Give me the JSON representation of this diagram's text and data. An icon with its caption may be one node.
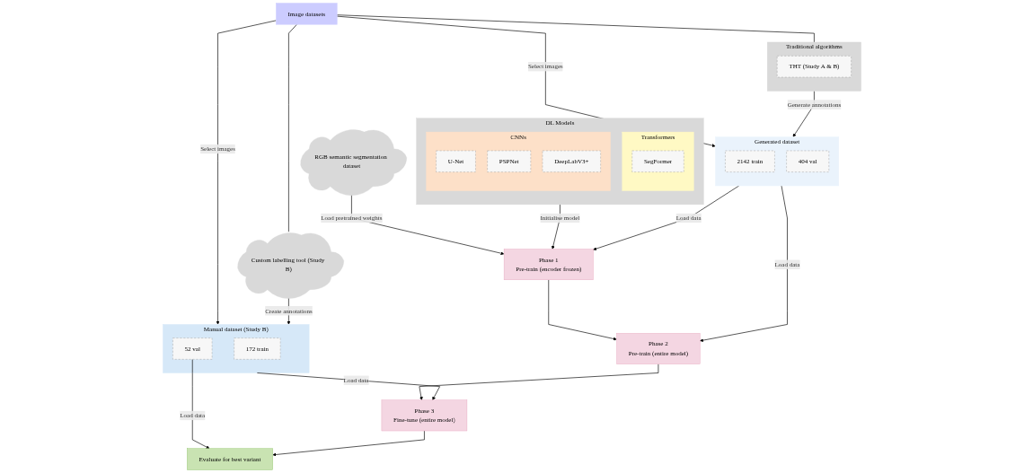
{
  "diagram": {
    "nodes": [
      {
        "text": [
          "DL Models"
        ]
      },
      {
        "text": [
          "Transformers"
        ],
        "in": 0
      },
      {
        "text": [
          "SegFormer"
        ],
        "in": 1
      },
      {
        "text": [
          "CNNs"
        ],
        "in": 0
      },
      {
        "text": [
          "U-Net"
        ],
        "in": 3
      },
      {
        "text": [
          "PSPNet"
        ],
        "in": 3
      },
      {
        "text": [
          "DeepLabV3+"
        ],
        "in": 3
      },
      {
        "text": [
          "Image datasets"
        ]
      },
      {
        "text": [
          "Traditional algorithms"
        ]
      },
      {
        "text": [
          "THT (Study A & B)"
        ],
        "in": 8
      },
      {
        "text": [
          "Custom labelling tool (Study B)"
        ]
      },
      {
        "text": [
          "Generated dataset"
        ]
      },
      {
        "text": [
          "2142 train"
        ],
        "in": 11
      },
      {
        "text": [
          "404 val"
        ],
        "in": 11
      },
      {
        "text": [
          "Manual dataset (Study B)"
        ]
      },
      {
        "text": [
          "172 train"
        ],
        "in": 14
      },
      {
        "text": [
          "52 val"
        ],
        "in": 14
      },
      {
        "text": [
          "RGB semantic segmentation dataset"
        ]
      },
      {
        "text": [
          "Phase 1",
          "Pre-train (encoder frozen)"
        ]
      },
      {
        "text": [
          "Phase 2",
          "Pre-train (entire model)"
        ]
      },
      {
        "text": [
          "Phase 3",
          "Fine-tune (entire model)"
        ]
      },
      {
        "text": [
          "Evaluate for best variant"
        ]
      }
    ],
    "edges": [
      {
        "from": 7,
        "to": 11,
        "label": "Select images",
        "arrow": "to"
      },
      {
        "from": 7,
        "to": 8,
        "arrow": "none"
      },
      {
        "from": 8,
        "to": 11,
        "label": "Generate annotations",
        "arrow": "to"
      },
      {
        "from": 7,
        "to": 14,
        "label": "Select images",
        "arrow": "to"
      },
      {
        "from": 7,
        "to": 10,
        "arrow": "none"
      },
      {
        "from": 10,
        "to": 14,
        "label": "Create annotations",
        "arrow": "to"
      },
      {
        "from": 0,
        "to": 18,
        "label": "Initialise model",
        "arrow": "to"
      },
      {
        "from": 11,
        "to": 18,
        "label": "Load data",
        "arrow": "to"
      },
      {
        "from": 11,
        "to": 19,
        "label": "Load data",
        "arrow": "to"
      },
      {
        "from": 14,
        "to": 20,
        "label": "Load data",
        "arrow": "to"
      },
      {
        "from": 16,
        "to": 21,
        "label": "Load data",
        "arrow": "to"
      },
      {
        "from": 17,
        "to": 18,
        "label": "Load pretrained weights",
        "arrow": "to"
      },
      {
        "from": 18,
        "to": 19,
        "arrow": "to"
      },
      {
        "from": 19,
        "to": 20,
        "arrow": "to"
      },
      {
        "from": 20,
        "to": 21,
        "arrow": "to"
      }
    ]
  }
}
